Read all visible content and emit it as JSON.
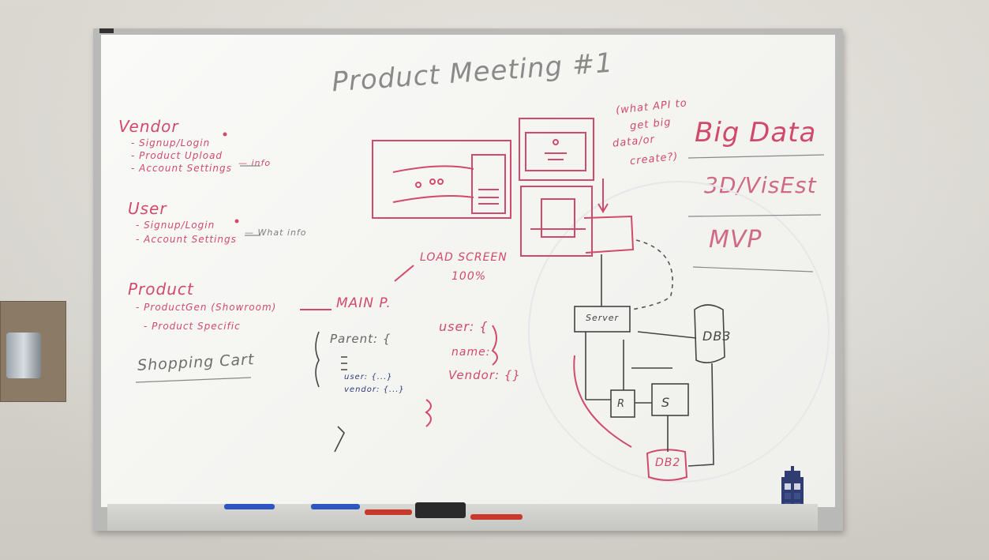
{
  "title": "Product Meeting #1",
  "vendor": {
    "heading": "Vendor",
    "items": [
      "- Signup/Login",
      "- Product Upload",
      "- Account Settings"
    ],
    "note": "— info"
  },
  "user": {
    "heading": "User",
    "items": [
      "- Signup/Login",
      "- Account Settings"
    ],
    "note": "— What info"
  },
  "product": {
    "heading": "Product",
    "items": [
      "- ProductGen (Showroom)",
      "- Product Specific"
    ]
  },
  "shopping_cart": "Shopping Cart",
  "main_page": "MAIN P.",
  "load_screen": [
    "LOAD SCREEN",
    "100%"
  ],
  "parent_block": {
    "label": "Parent: {",
    "lines": [
      "user: {...}",
      "vendor: {...}"
    ]
  },
  "user_schema": [
    "user: {",
    "name:",
    "Vendor: {}"
  ],
  "api_note": [
    "(what API to",
    "get big",
    "data/or",
    "create?)"
  ],
  "right_column": [
    "Big Data",
    "3D/VisEst",
    "MVP"
  ],
  "diagram": {
    "server": "Server",
    "db3": "DB3",
    "r": "R",
    "s": "S",
    "db2": "DB2"
  },
  "colors": {
    "red_marker": "#d04a6b",
    "blue_marker": "#2c3a7a",
    "board": "#f6f6f3",
    "frame": "#b9bab7"
  },
  "icons": [
    "tardis-icon",
    "pen-holder-icon",
    "eraser-icon"
  ]
}
